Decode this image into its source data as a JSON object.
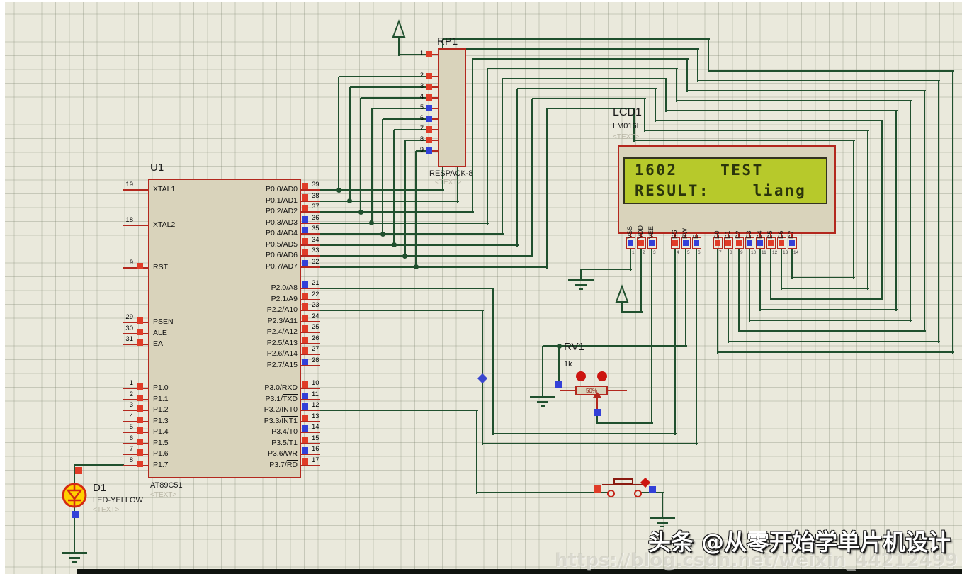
{
  "colors": {
    "wire": "#20502e",
    "stub": "#b3281e",
    "state_red": "#e03c28",
    "state_blue": "#3340d8",
    "body": "#d9d3bb",
    "border": "#b3281e",
    "screen_bg": "#b7c92b",
    "screen_text": "#2b350c",
    "grid_bg": "#eae9dc"
  },
  "watermark": {
    "line1": "头条 @从零开始学单片机设计",
    "line2": "https://blog.csdn.net/weixin_44212499"
  },
  "u1": {
    "ref": "U1",
    "part": "AT89C51",
    "placeholder": "<TEXT>",
    "left_pins": [
      {
        "num": "19",
        "label": "XTAL1",
        "ol": "",
        "state": ""
      },
      {
        "num": "18",
        "label": "XTAL2",
        "ol": "",
        "state": ""
      },
      {
        "num": "9",
        "label": "RST",
        "ol": "",
        "state": "red"
      },
      {
        "num": "29",
        "label": "",
        "ol": "PSEN",
        "state": "red"
      },
      {
        "num": "30",
        "label": "ALE",
        "ol": "",
        "state": "red"
      },
      {
        "num": "31",
        "label": "",
        "ol": "EA",
        "state": "red"
      },
      {
        "num": "1",
        "label": "P1.0",
        "ol": "",
        "state": "red"
      },
      {
        "num": "2",
        "label": "P1.1",
        "ol": "",
        "state": "red"
      },
      {
        "num": "3",
        "label": "P1.2",
        "ol": "",
        "state": "red"
      },
      {
        "num": "4",
        "label": "P1.3",
        "ol": "",
        "state": "red"
      },
      {
        "num": "5",
        "label": "P1.4",
        "ol": "",
        "state": "red"
      },
      {
        "num": "6",
        "label": "P1.5",
        "ol": "",
        "state": "red"
      },
      {
        "num": "7",
        "label": "P1.6",
        "ol": "",
        "state": "red"
      },
      {
        "num": "8",
        "label": "P1.7",
        "ol": "",
        "state": "red"
      }
    ],
    "p0_pins": [
      {
        "num": "39",
        "label": "P0.0/AD0",
        "ol": "",
        "state": "red"
      },
      {
        "num": "38",
        "label": "P0.1/AD1",
        "ol": "",
        "state": "red"
      },
      {
        "num": "37",
        "label": "P0.2/AD2",
        "ol": "",
        "state": "red"
      },
      {
        "num": "36",
        "label": "P0.3/AD3",
        "ol": "",
        "state": "blue"
      },
      {
        "num": "35",
        "label": "P0.4/AD4",
        "ol": "",
        "state": "blue"
      },
      {
        "num": "34",
        "label": "P0.5/AD5",
        "ol": "",
        "state": "red"
      },
      {
        "num": "33",
        "label": "P0.6/AD6",
        "ol": "",
        "state": "red"
      },
      {
        "num": "32",
        "label": "P0.7/AD7",
        "ol": "",
        "state": "blue"
      }
    ],
    "p2_pins": [
      {
        "num": "21",
        "label": "P2.0/A8",
        "ol": "",
        "state": "blue"
      },
      {
        "num": "22",
        "label": "P2.1/A9",
        "ol": "",
        "state": "red"
      },
      {
        "num": "23",
        "label": "P2.2/A10",
        "ol": "",
        "state": "red"
      },
      {
        "num": "24",
        "label": "P2.3/A11",
        "ol": "",
        "state": "red"
      },
      {
        "num": "25",
        "label": "P2.4/A12",
        "ol": "",
        "state": "red"
      },
      {
        "num": "26",
        "label": "P2.5/A13",
        "ol": "",
        "state": "red"
      },
      {
        "num": "27",
        "label": "P2.6/A14",
        "ol": "",
        "state": "red"
      },
      {
        "num": "28",
        "label": "P2.7/A15",
        "ol": "",
        "state": "blue"
      }
    ],
    "p3_pins": [
      {
        "num": "10",
        "label": "P3.0/RXD",
        "ol": "",
        "state": "red"
      },
      {
        "num": "11",
        "label": "P3.1/",
        "ol": "TXD",
        "state": "blue"
      },
      {
        "num": "12",
        "label": "P3.2/",
        "ol": "INT0",
        "state": "blue"
      },
      {
        "num": "13",
        "label": "P3.3/",
        "ol": "INT1",
        "state": "red"
      },
      {
        "num": "14",
        "label": "P3.4/T0",
        "ol": "",
        "state": "blue"
      },
      {
        "num": "15",
        "label": "P3.5/T1",
        "ol": "",
        "state": "red"
      },
      {
        "num": "16",
        "label": "P3.6/",
        "ol": "WR",
        "state": "blue"
      },
      {
        "num": "17",
        "label": "P3.7/",
        "ol": "RD",
        "state": "red"
      }
    ]
  },
  "rp1": {
    "ref": "RP1",
    "part": "RESPACK-8",
    "placeholder": "<TEXT>",
    "pins": [
      {
        "num": "1",
        "state": "red"
      },
      {
        "num": "2",
        "state": "red"
      },
      {
        "num": "3",
        "state": "red"
      },
      {
        "num": "4",
        "state": "red"
      },
      {
        "num": "5",
        "state": "blue"
      },
      {
        "num": "6",
        "state": "blue"
      },
      {
        "num": "7",
        "state": "red"
      },
      {
        "num": "8",
        "state": "red"
      },
      {
        "num": "9",
        "state": "blue"
      }
    ]
  },
  "lcd": {
    "ref": "LCD1",
    "part": "LM016L",
    "placeholder": "<TEXT>",
    "display_line1": "1602    TEST",
    "display_line2": "RESULT:    liang",
    "pins": [
      {
        "num": "1",
        "label": "VSS",
        "state": "blue"
      },
      {
        "num": "2",
        "label": "VDD",
        "state": "red"
      },
      {
        "num": "3",
        "label": "VEE",
        "state": "blue"
      },
      {
        "num": "4",
        "label": "RS",
        "state": "red"
      },
      {
        "num": "5",
        "label": "RW",
        "state": "blue"
      },
      {
        "num": "6",
        "label": "E",
        "state": "blue"
      },
      {
        "num": "7",
        "label": "D0",
        "state": "red"
      },
      {
        "num": "8",
        "label": "D1",
        "state": "red"
      },
      {
        "num": "9",
        "label": "D2",
        "state": "red"
      },
      {
        "num": "10",
        "label": "D3",
        "state": "blue"
      },
      {
        "num": "11",
        "label": "D4",
        "state": "blue"
      },
      {
        "num": "12",
        "label": "D5",
        "state": "red"
      },
      {
        "num": "13",
        "label": "D6",
        "state": "red"
      },
      {
        "num": "14",
        "label": "D7",
        "state": "blue"
      }
    ]
  },
  "rv1": {
    "ref": "RV1",
    "value": "1k",
    "wiper_pct": "50%"
  },
  "d1": {
    "ref": "D1",
    "part": "LED-YELLOW",
    "placeholder": "<TEXT>"
  }
}
